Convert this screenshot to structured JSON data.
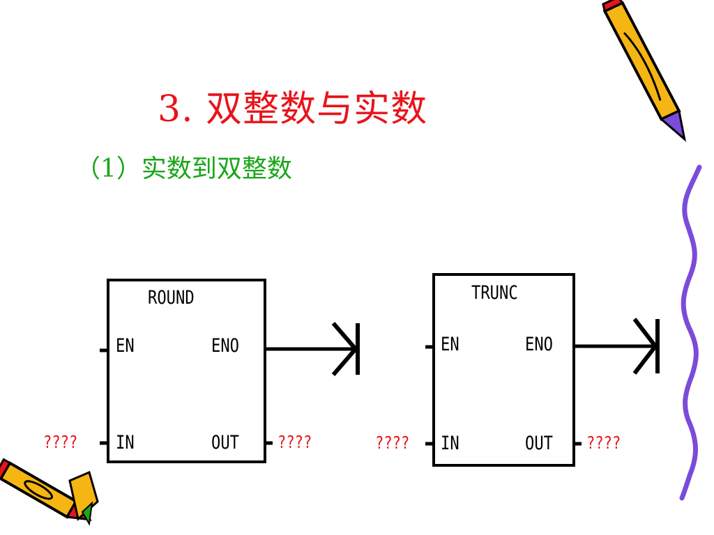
{
  "slide": {
    "title": "3.  双整数与实数",
    "subtitle": "（1）实数到双整数"
  },
  "colors": {
    "title": "#e8141b",
    "subtitle": "#1aa51a",
    "operand": "#e8141b",
    "wave": "#7b4bd9",
    "pencil_body": "#f5b513",
    "pencil_outline": "#000000"
  },
  "blocks": [
    {
      "name": "ROUND",
      "en": "EN",
      "eno": "ENO",
      "in": "IN",
      "out": "OUT",
      "in_operand": "????",
      "out_operand": "????"
    },
    {
      "name": "TRUNC",
      "en": "EN",
      "eno": "ENO",
      "in": "IN",
      "out": "OUT",
      "in_operand": "????",
      "out_operand": "????"
    }
  ],
  "decorations": [
    "pencil-icon",
    "pencil-icon",
    "wave-line"
  ]
}
